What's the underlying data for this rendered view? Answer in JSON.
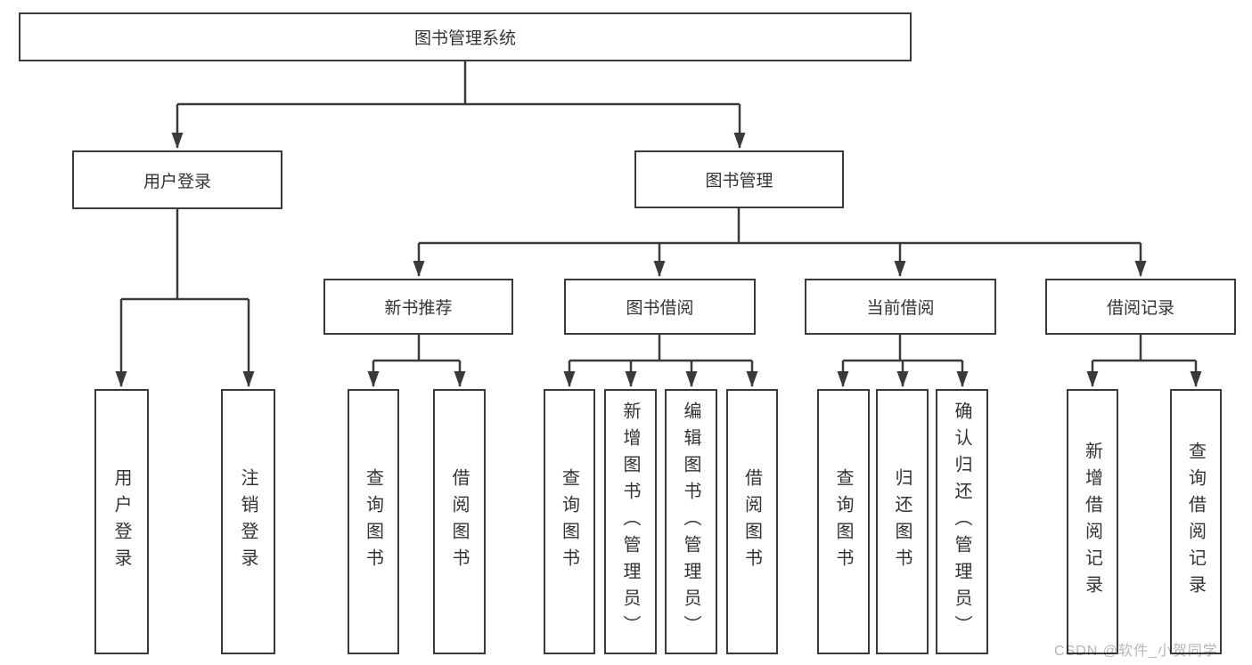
{
  "tree": {
    "root": "图书管理系统",
    "branches": [
      {
        "label": "用户登录",
        "children": [
          "用户登录",
          "注销登录"
        ]
      },
      {
        "label": "图书管理",
        "children": [
          {
            "label": "新书推荐",
            "children": [
              "查询图书",
              "借阅图书"
            ]
          },
          {
            "label": "图书借阅",
            "children": [
              "查询图书",
              "新增图书（管理员）",
              "编辑图书（管理员）",
              "借阅图书"
            ]
          },
          {
            "label": "当前借阅",
            "children": [
              "查询图书",
              "归还图书",
              "确认归还（管理员）"
            ]
          },
          {
            "label": "借阅记录",
            "children": [
              "新增借阅记录",
              "查询借阅记录"
            ]
          }
        ]
      }
    ]
  },
  "watermark": {
    "text": "CSDN @软件_小贺同学"
  },
  "colors": {
    "line": "#3a3a3a",
    "text": "#333333",
    "box_background": "#ffffff",
    "page_background": "#ffffff",
    "watermark": "#b5b5b5"
  }
}
